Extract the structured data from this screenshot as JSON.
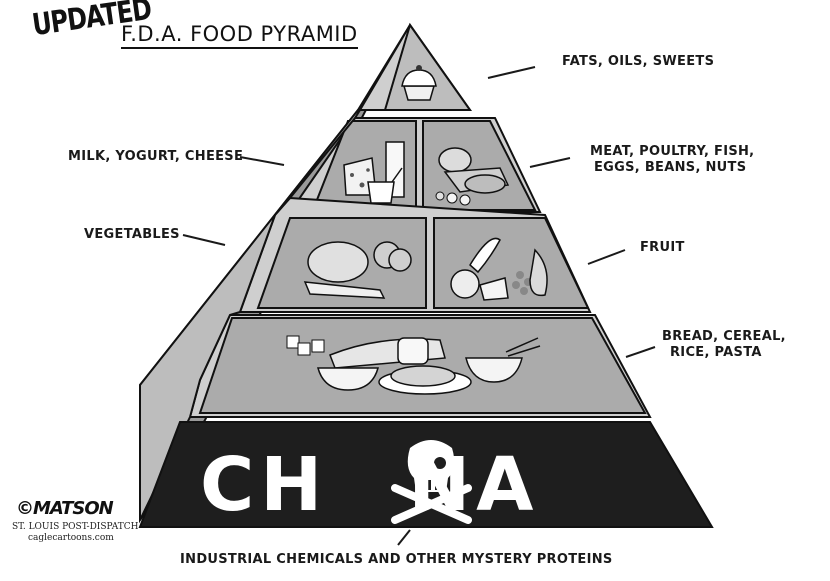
{
  "title": {
    "updated": "UPDATED",
    "main": "F.D.A. FOOD PYRAMID"
  },
  "labels": {
    "fats": "FATS, OILS, SWEETS",
    "milk": "MILK, YOGURT, CHEESE",
    "meat_line1": "MEAT, POULTRY, FISH,",
    "meat_line2": "EGGS, BEANS, NUTS",
    "vegetables": "VEGETABLES",
    "fruit": "FRUIT",
    "bread_line1": "BREAD, CEREAL,",
    "bread_line2": "RICE, PASTA",
    "base": "INDUSTRIAL CHEMICALS AND OTHER MYSTERY PROTEINS"
  },
  "base_word": {
    "left": "CH",
    "right": "NA"
  },
  "credits": {
    "signature": "©MATSON",
    "paper": "ST. LOUIS POST-DISPATCH",
    "site": "caglecartoons.com"
  },
  "colors": {
    "ink": "#1a1a1a",
    "base_fill": "#1e1e1e",
    "tier_fill": "#cfcfcf",
    "panel_fill": "#a8a8a8"
  },
  "icons": [
    "cupcake-icon",
    "cheese-icon",
    "milk-glass-icon",
    "yogurt-icon",
    "meat-icon",
    "vegetables-icon",
    "fruit-icon",
    "bread-icon",
    "pasta-icon",
    "rice-bowl-icon",
    "skull-crossbones-icon"
  ]
}
